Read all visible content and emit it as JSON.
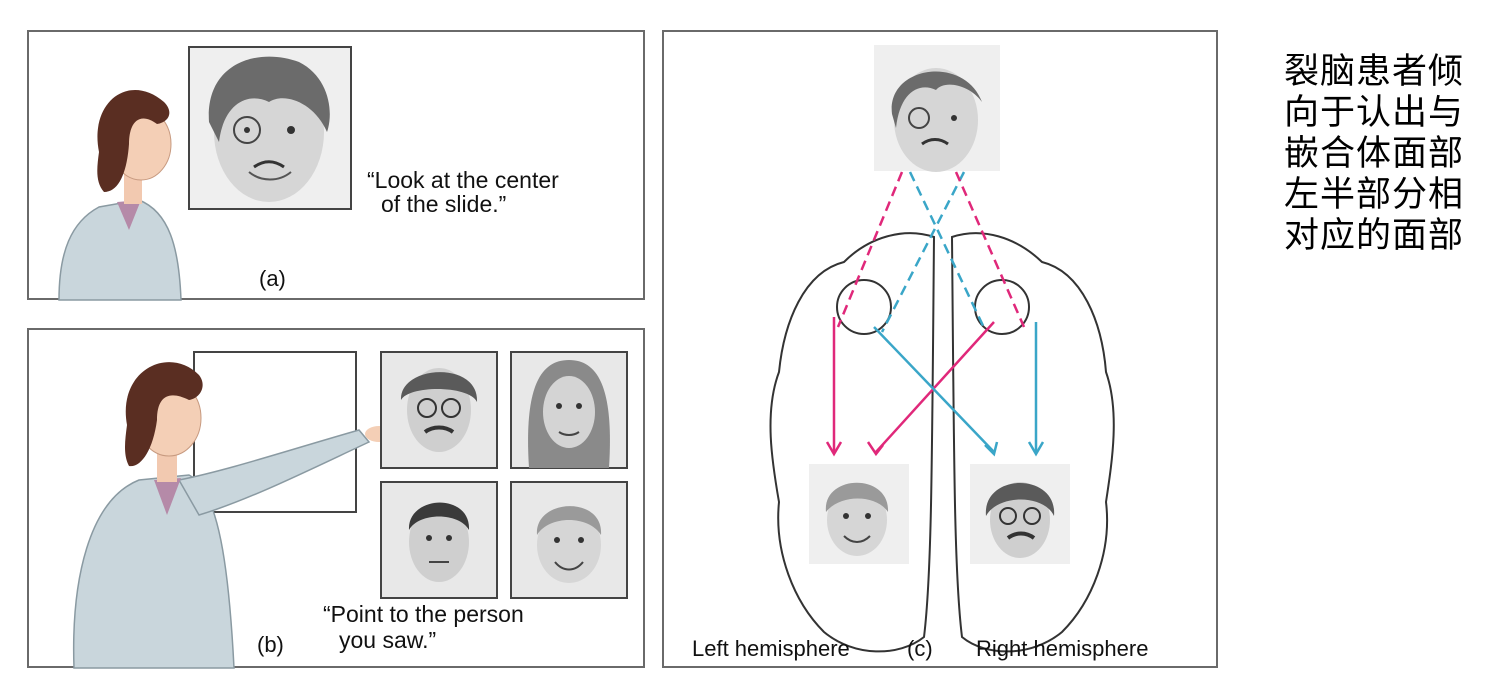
{
  "panel_a": {
    "quote_line1": "“Look at the center",
    "quote_line2": "of the slide.”",
    "label": "(a)"
  },
  "panel_b": {
    "quote_line1": "“Point to the person",
    "quote_line2": "you saw.”",
    "label": "(b)"
  },
  "panel_c": {
    "left_label": "Left hemisphere",
    "label": "(c)",
    "right_label": "Right hemisphere"
  },
  "side_text": "裂脑患者倾向于认出与嵌合体面部左半部分相对应的面部",
  "colors": {
    "magenta": "#e0287a",
    "cyan": "#3aa6c8",
    "coat": "#c9d6dc",
    "hair": "#5a2e22",
    "border": "#6a6a6a"
  }
}
